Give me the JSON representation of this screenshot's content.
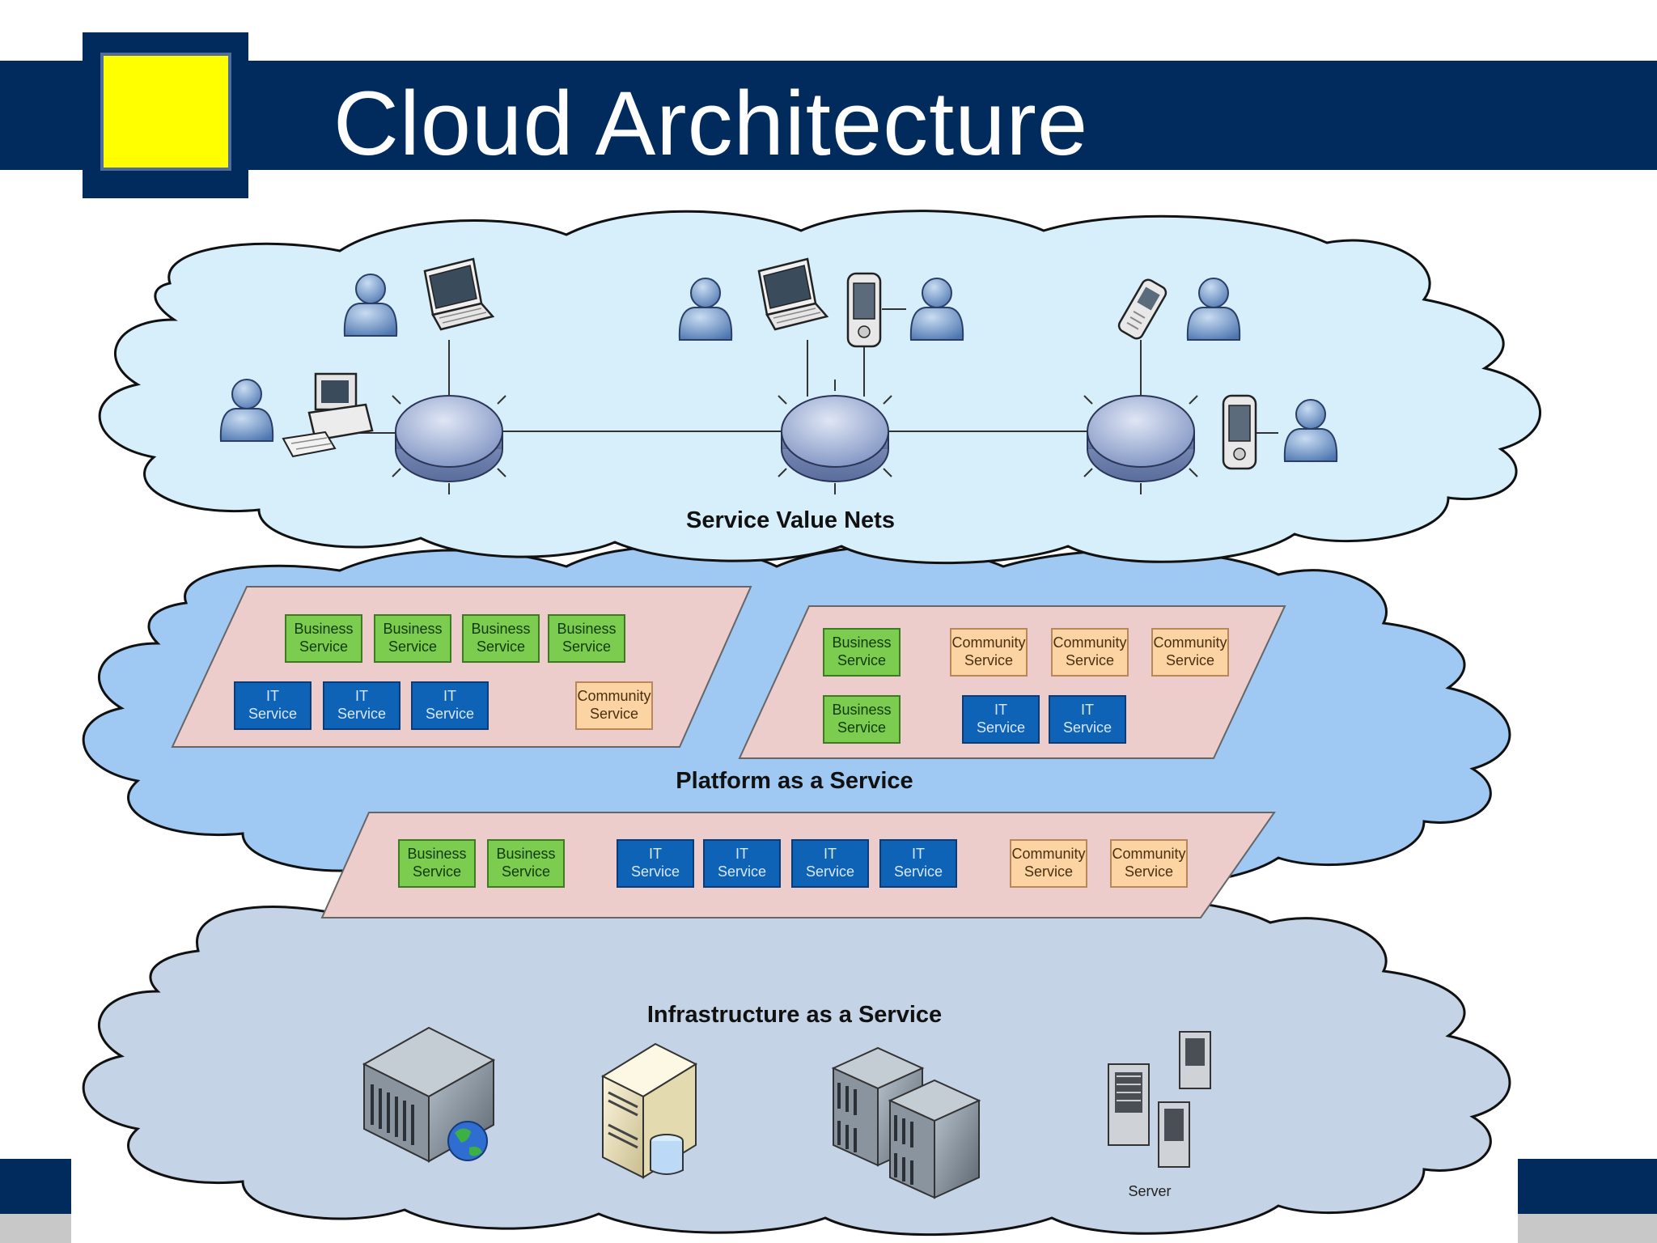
{
  "slide": {
    "title": "Cloud Architecture",
    "colors": {
      "band": "#002b5c",
      "logo": "#ffff00",
      "accent_gray": "#c8c8c8"
    }
  },
  "layers": {
    "svn": {
      "label": "Service Value Nets",
      "color": "#d6effb"
    },
    "paas": {
      "label": "Platform as a Service",
      "color": "#9fc8f2"
    },
    "iaas": {
      "label": "Infrastructure as a Service",
      "color": "#c4d3e5"
    }
  },
  "box_types": {
    "biz": {
      "line1": "Business",
      "line2": "Service",
      "fill": "#7ccc50",
      "stroke": "#3d7a22",
      "text": "#103a06"
    },
    "it": {
      "line1": "IT",
      "line2": "Service",
      "fill": "#0e63b7",
      "stroke": "#0a3d78",
      "text": "#d8e8ff"
    },
    "comm": {
      "line1": "Community",
      "line2": "Service",
      "fill": "#fcd3a2",
      "stroke": "#b8875a",
      "text": "#4a3010"
    }
  },
  "panels": [
    {
      "name": "platform-panel-left",
      "boxes": [
        "biz",
        "biz",
        "biz",
        "biz",
        "it",
        "it",
        "it",
        "comm"
      ]
    },
    {
      "name": "platform-panel-right",
      "boxes": [
        "biz",
        "comm",
        "comm",
        "comm",
        "biz",
        "it",
        "it"
      ]
    },
    {
      "name": "platform-panel-bottom",
      "boxes": [
        "biz",
        "biz",
        "it",
        "it",
        "it",
        "it",
        "comm",
        "comm"
      ]
    }
  ],
  "infrastructure": {
    "server_label": "Server",
    "icons": [
      "web-server-icon",
      "database-server-icon",
      "server-cluster-icon",
      "server-tower-icon"
    ]
  },
  "network": {
    "hubs": [
      "hub-left-icon",
      "hub-center-icon",
      "hub-right-icon"
    ],
    "devices": [
      "user-icon",
      "laptop-icon",
      "desktop-computer-icon",
      "pda-icon",
      "mobile-phone-icon"
    ]
  }
}
